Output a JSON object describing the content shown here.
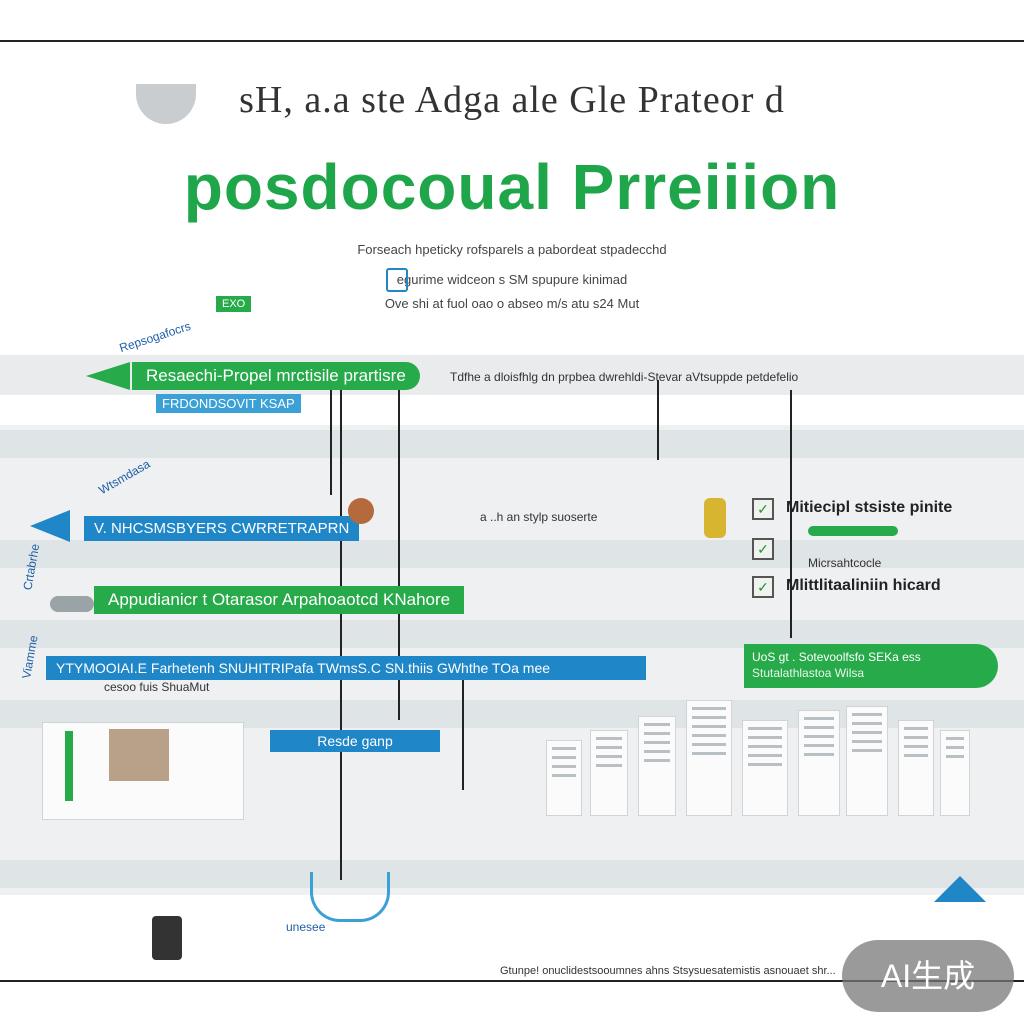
{
  "header": {
    "title_top": "sH, a.a ste Adga ale Gle Prateor d",
    "title_main": "posdocoual Prreiiion",
    "subtitle_1": "Forseach hpeticky rofsparels a pabordeat stpadecchd",
    "subtitle_2": "egurime widceon s SM spupure kinimad",
    "subtitle_3": "Ove shi at fuol oao o abseo m/s atu s24 Mut"
  },
  "labels": {
    "left_top_note": "Repsogafocrs",
    "small_tag_top": "EXO",
    "research_pill": "Resaechi-Propel mrctisile prartisre",
    "research_sub": "FRDONDSOVIT KSAP",
    "research_note": "Tdfhe a dloisfhlg dn prpbea dwrehldi-Stevar aVtsuppde petdefelio",
    "blue_pill_1": "V. NHCSMSBYERS CWRRETRAPRN",
    "mid_note": "a ..h an stylp suoserte",
    "green_pill_2": "Appudianicr t Otarasor Arpahoaotcd KNahore",
    "blue_pill_2": "YTYMOOIAI.E Farhetenh SNUHITRIPafa TWmsS.C SN.thiis GWhthe TOa mee",
    "blue_pill_2_sub": "cesoo fuis ShuaMut",
    "process_tag": "Resde ganp",
    "green_pill_3_line1": "UoS gt . Sotevoolfsfo SEKa ess",
    "green_pill_3_line2": "Stutalathlastoa Wilsa",
    "side_note_left_1": "Wtsmdasa",
    "side_note_left_2": "Crtabrhe",
    "side_note_left_3": "Viamme",
    "footer_note": "Gtunpe! onuclidestsooumnes ahns Stsysuesatemistis asnouaet shr...",
    "bottom_left_note": "unesee"
  },
  "checklist": [
    {
      "label": "Mitiecipl stsiste pinite",
      "checked": true
    },
    {
      "label": "Micrsahtcocle",
      "checked": true
    },
    {
      "label": "Mlittlitaaliniin hicard",
      "checked": true
    }
  ],
  "badge": {
    "text": "AI生成"
  },
  "colors": {
    "green": "#27ab4a",
    "title_green": "#1fa64a",
    "blue": "#1f86c8",
    "light_blue": "#3aa0d6",
    "band_gray": "#e9ebec"
  }
}
